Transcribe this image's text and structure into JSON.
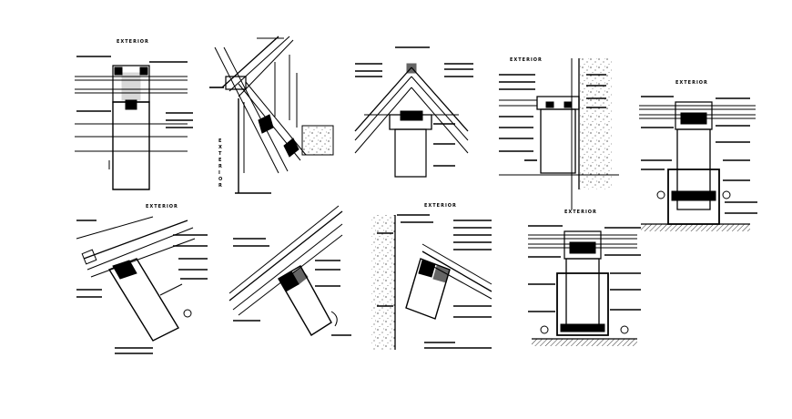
{
  "drawing": {
    "background": "#ffffff",
    "ink": "#000000",
    "details": [
      {
        "id": "d1",
        "label": "EXTERIOR"
      },
      {
        "id": "d2",
        "label": "EXTERIOR"
      },
      {
        "id": "d3",
        "label": ""
      },
      {
        "id": "d4",
        "label": "EXTERIOR"
      },
      {
        "id": "d5",
        "label": "EXTERIOR"
      },
      {
        "id": "d6",
        "label": "EXTERIOR"
      },
      {
        "id": "d7",
        "label": ""
      },
      {
        "id": "d8",
        "label": "EXTERIOR"
      },
      {
        "id": "d9",
        "label": "EXTERIOR"
      }
    ]
  }
}
